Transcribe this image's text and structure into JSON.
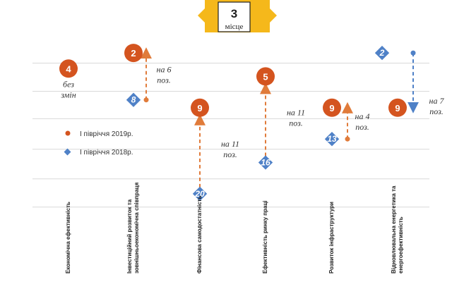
{
  "rank_badge": {
    "number": "3",
    "label": "місце",
    "color": "#f5b81b"
  },
  "colors": {
    "current": "#d4541f",
    "previous": "#4f81c7",
    "arrow_current": "#e07b3a",
    "arrow_previous": "#4f81c7",
    "grid": "#d9d9d9"
  },
  "legend": {
    "current": "І півріччя  2019р.",
    "previous": "І півріччя 2018р."
  },
  "chart_data": {
    "type": "scatter",
    "categories": [
      [
        "Економічна ефективність"
      ],
      [
        "Інвестиційний розвиток та",
        "зовнішньоекономічна співпраця"
      ],
      [
        "Фінансова самодостатність"
      ],
      [
        "Ефективність ринку праці"
      ],
      [
        "Розвиток інфраструктури"
      ],
      [
        "Відновлювальна енергетика та",
        "енергоефективність"
      ]
    ],
    "y_axis": {
      "inverted": true,
      "min": 1,
      "max": 21,
      "grid_ranks": [
        3.3,
        6.9,
        10.4,
        14.3,
        18.1,
        21.7
      ]
    },
    "series": [
      {
        "name": "І півріччя  2019р.",
        "values": [
          4,
          2,
          9,
          5,
          9,
          9
        ]
      },
      {
        "name": "І півріччя 2018р.",
        "values": [
          4,
          8,
          20,
          16,
          13,
          2
        ]
      }
    ],
    "changes": [
      {
        "line1": "без",
        "line2": "змін",
        "direction": "none"
      },
      {
        "line1": "на 6",
        "line2": "поз.",
        "direction": "up"
      },
      {
        "line1": "на 11",
        "line2": "поз.",
        "direction": "up"
      },
      {
        "line1": "на 11",
        "line2": "поз.",
        "direction": "up"
      },
      {
        "line1": "на 4",
        "line2": "поз.",
        "direction": "up"
      },
      {
        "line1": "на 7",
        "line2": "поз.",
        "direction": "down"
      }
    ]
  }
}
